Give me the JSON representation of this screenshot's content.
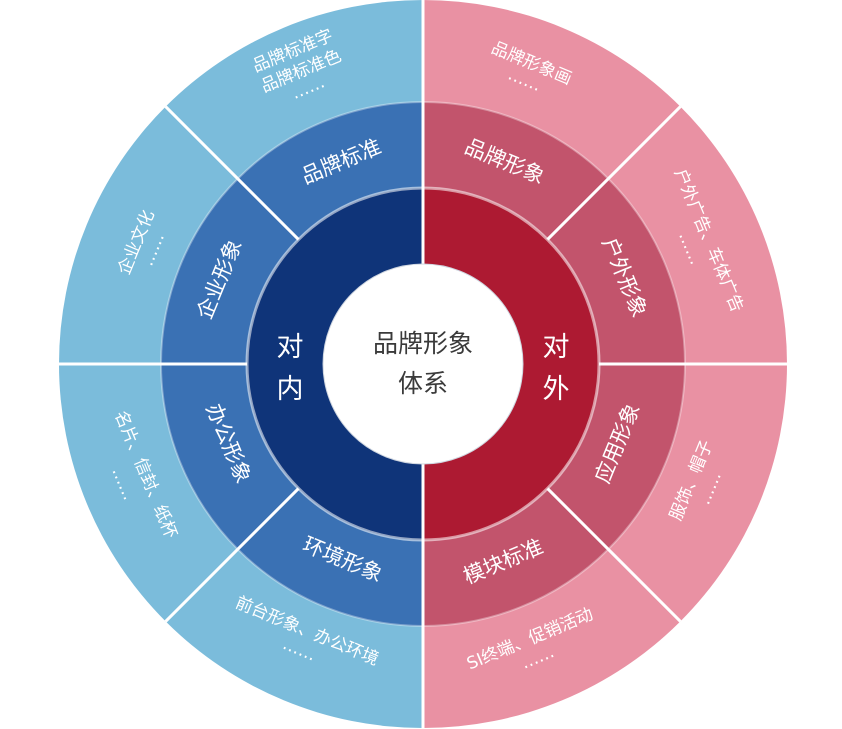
{
  "center": {
    "line1": "品牌形象",
    "line2": "体系"
  },
  "core": {
    "left": {
      "line1": "对",
      "line2": "内"
    },
    "right": {
      "line1": "对",
      "line2": "外"
    }
  },
  "middle": {
    "brand_standard": "品牌标准",
    "corporate_image": "企业形象",
    "office_image": "办公形象",
    "environment_image": "环境形象",
    "brand_image": "品牌形象",
    "outdoor_image": "户外形象",
    "application_image": "应用形象",
    "module_standard": "模块标准"
  },
  "outer": {
    "brand_standard": [
      "品牌标准字",
      "品牌标准色",
      "……"
    ],
    "corporate_culture": [
      "企业文化",
      "……"
    ],
    "office": [
      "名片、信封、纸杯",
      "……"
    ],
    "environment": [
      "前台形象、办公环境",
      "……"
    ],
    "brand_image": [
      "品牌形象画",
      "……"
    ],
    "outdoor": [
      "户外广告、车体广告",
      "……"
    ],
    "application": [
      "服饰、帽子",
      "……"
    ],
    "module": [
      "SI终端、促销活动",
      "……"
    ]
  },
  "colors": {
    "core_left": "#0f3479",
    "core_right": "#ad1a32",
    "middle_left": "#3a71b4",
    "middle_right": "#c2546c",
    "outer_left": "#7bbcdb",
    "outer_right": "#e991a3",
    "separator": "#ffffff",
    "center_fill": "#ffffff",
    "center_text": "#3a3a3a"
  }
}
